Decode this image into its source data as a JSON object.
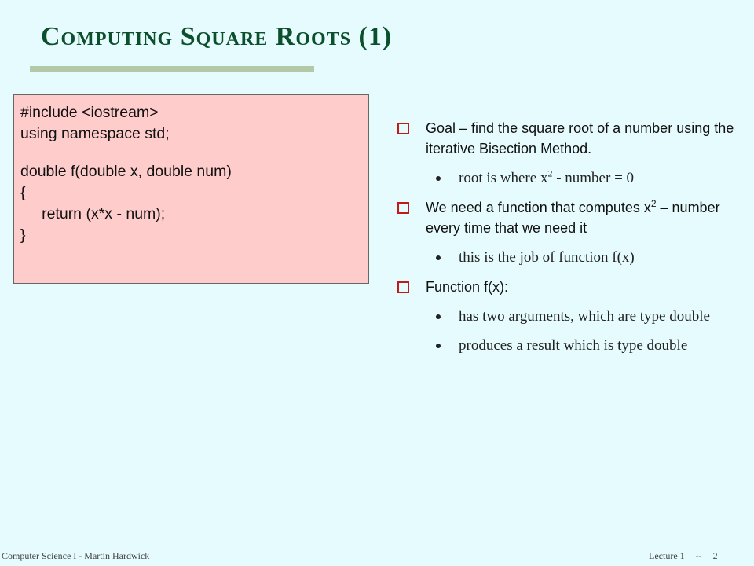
{
  "slide": {
    "title": "Computing Square Roots (1)",
    "code": [
      "#include <iostream>",
      "using namespace std;",
      "",
      "double f(double x, double num)",
      "{",
      "     return (x*x - num);",
      "}"
    ],
    "bullets": [
      {
        "text": "Goal – find the square root of a number using the iterative Bisection Method."
      },
      {
        "pre": "root is where x",
        "sup": "2",
        "post": " - number = 0"
      },
      {
        "pre": "We need a function that computes x",
        "sup": "2",
        "post": " – number every time that we need it"
      },
      {
        "text": "this is the job of function f(x)"
      },
      {
        "text": "Function f(x):"
      },
      {
        "text": "has two arguments, which are type double"
      },
      {
        "text": "produces a result which is type double"
      }
    ]
  },
  "footer": {
    "left": "Computer Science I - Martin Hardwick",
    "lecture": "Lecture 1",
    "separator": "--",
    "page": "2"
  },
  "colors": {
    "background": "#e6fbfd",
    "title": "#0b4f2c",
    "code_box": "#ffcccc",
    "bullet_marker": "#c21a1a"
  }
}
